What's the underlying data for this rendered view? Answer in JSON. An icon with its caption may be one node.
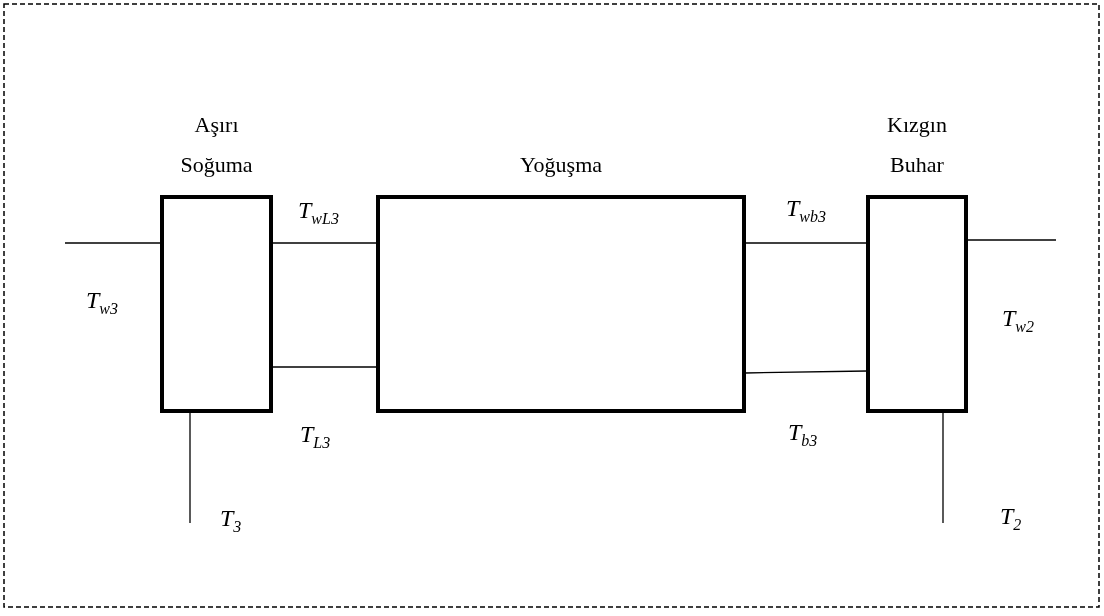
{
  "diagram": {
    "nodes": [
      {
        "text": [
          "Aşırı Soğuma"
        ]
      },
      {
        "text": [
          "Yoğuşma"
        ]
      },
      {
        "text": [
          "Kızgın Buhar"
        ]
      }
    ],
    "edges": [
      {
        "from": null,
        "to": 0,
        "arrow": "none",
        "label": "T$_{w3}$"
      },
      {
        "from": 0,
        "to": 1,
        "arrow": "none",
        "label": "T$_{wL3}$"
      },
      {
        "from": 0,
        "to": 1,
        "arrow": "none",
        "label": "T$_{L3}$"
      },
      {
        "from": 1,
        "to": 2,
        "arrow": "none",
        "label": "T$_{wb3}$"
      },
      {
        "from": 1,
        "to": 2,
        "arrow": "none",
        "label": "T$_{b3}$"
      },
      {
        "from": 2,
        "to": null,
        "arrow": "none",
        "label": "T$_{w2}$"
      },
      {
        "from": 0,
        "to": null,
        "arrow": "none",
        "label": "T$_{3}$"
      },
      {
        "from": 2,
        "to": null,
        "arrow": "none",
        "label": "T$_{2}$"
      }
    ]
  }
}
